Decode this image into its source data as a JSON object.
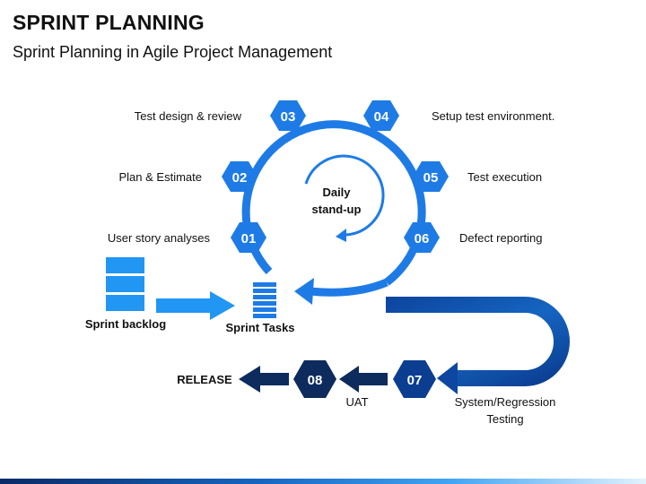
{
  "header": {
    "title": "SPRINT PLANNING",
    "subtitle": "Sprint Planning in Agile Project Management"
  },
  "center": {
    "line1": "Daily",
    "line2": "stand-up"
  },
  "steps": [
    {
      "num": "01",
      "label": "User story analyses"
    },
    {
      "num": "02",
      "label": "Plan & Estimate"
    },
    {
      "num": "03",
      "label": "Test design & review"
    },
    {
      "num": "04",
      "label": "Setup test environment."
    },
    {
      "num": "05",
      "label": "Test execution"
    },
    {
      "num": "06",
      "label": "Defect reporting"
    },
    {
      "num": "07",
      "label_line1": "System/Regression",
      "label_line2": "Testing"
    },
    {
      "num": "08",
      "label": "UAT"
    }
  ],
  "backlog": {
    "label": "Sprint backlog"
  },
  "tasks": {
    "label": "Sprint Tasks"
  },
  "release": {
    "label": "RELEASE"
  },
  "colors": {
    "hex_fill": "#1e7be6",
    "ring": "#1e7be6",
    "dark_navy": "#0d2b5c",
    "backlog_fill": "#2196f3",
    "path_gradient_start": "#2a8be8",
    "path_gradient_end": "#0b3d91"
  }
}
